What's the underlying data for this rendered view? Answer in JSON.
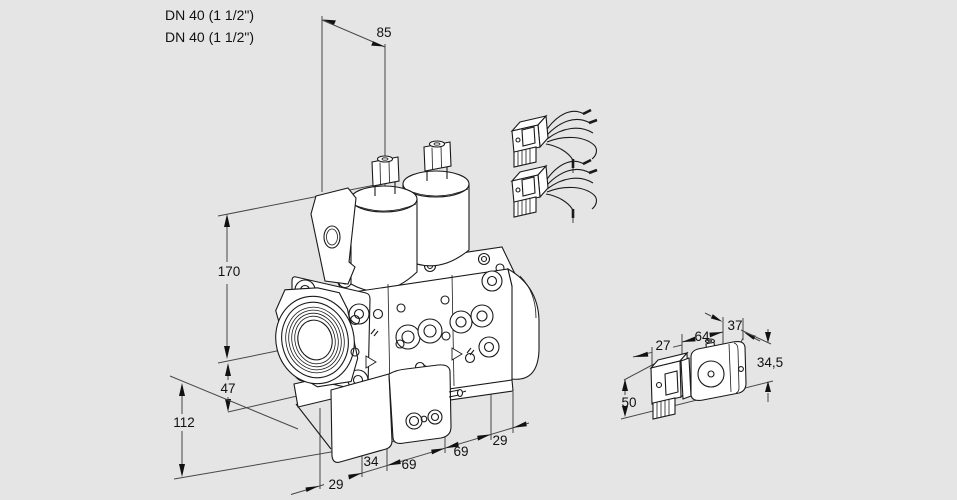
{
  "colors": {
    "background": "#e5e5e5",
    "drawing_line": "#1a1a1a",
    "dimension_line": "#474747",
    "text": "#111111"
  },
  "connection_labels": {
    "port_top": "DN 40 (1 1/2\")",
    "port_bottom": "DN 40 (1 1/2\")"
  },
  "dims": {
    "d85": "85",
    "d170": "170",
    "d47": "47",
    "d112": "112",
    "d29_left": "29",
    "d34": "34",
    "d69_left": "69",
    "d69_right": "69",
    "d29_right": "29",
    "d27": "27",
    "d64": "64",
    "d37": "37",
    "d34_5": "34,5",
    "d50": "50"
  }
}
